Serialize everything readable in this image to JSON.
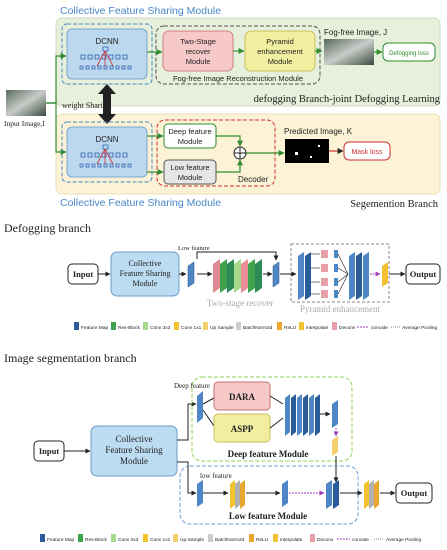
{
  "top": {
    "collective_title": "Collective Feature Sharing Module",
    "dcnn_label": "DCNN",
    "two_stage_label": [
      "Two-Stage",
      "recover",
      "Module"
    ],
    "pyramid_label": [
      "Pyramid",
      "enhancement",
      "Module"
    ],
    "fog_free_label": "Fog-free Image Reconstruction Module",
    "fog_free_image_label": "Fog-free Image, J",
    "defogging_loss": "Defogging loss",
    "defogging_branch_title": "defogging Branch-joint Defogging Learning",
    "input_image_label": "Input Image,I",
    "weight_sharing": "weight Sharing",
    "deep_feature_module": [
      "Deep feature",
      "Module"
    ],
    "low_feature_module": [
      "Low feature",
      "Module"
    ],
    "decoder": "Decoder",
    "predicted_image_label": "Predicted Image, K",
    "mask_loss": "Mask loss",
    "segmentation_branch_title": "Segemention Branch",
    "collective_title_bottom": "Collective Feature Sharing Module"
  },
  "defog": {
    "section_title": "Defogging branch",
    "input": "Input",
    "collective": [
      "Collective",
      "Feature Sharing",
      "Module"
    ],
    "low_feature": "Low feature",
    "two_stage_recover": "Two-stage recover",
    "pyramid_enhancement": "Pyramid enhancement",
    "output": "Output",
    "legend": [
      "Feature Map",
      "Res-Block",
      "Conv 3x3",
      "Conv 1x1",
      "Up Sample",
      "BatchNorm2d",
      "ReLU",
      "interpolate",
      "Deconv",
      "concate",
      "Average Pooling"
    ]
  },
  "seg": {
    "section_title": "Image segmentation branch",
    "input": "Input",
    "collective": [
      "Collective",
      "Feature Sharing",
      "Module"
    ],
    "deep_feature": "Deep feature",
    "dara": "DARA",
    "aspp": "ASPP",
    "deep_feature_module": "Deep feature Module",
    "low_feature": "low feature",
    "low_feature_module": "Low feature Module",
    "output": "Output",
    "legend": [
      "Feature Map",
      "Res-Block",
      "Conv 3x3",
      "Conv 1x1",
      "Up-Sample",
      "BatchNorm2d",
      "ReLU",
      "interpolate",
      "Deconv",
      "concate",
      "Average Pooling"
    ]
  }
}
